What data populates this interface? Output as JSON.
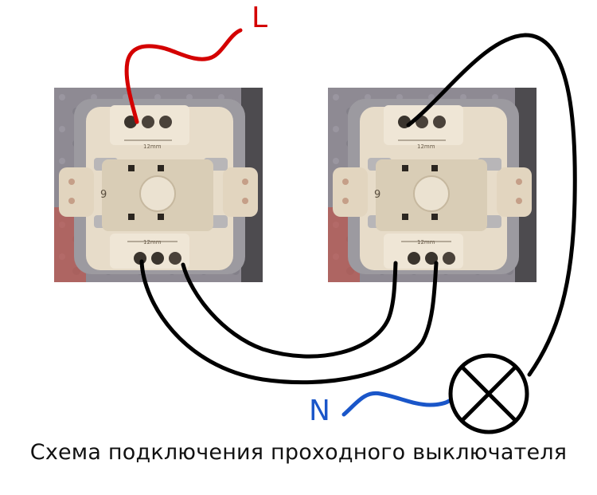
{
  "labels": {
    "live": "L",
    "neutral": "N",
    "terminal_gap_top": "12mm",
    "terminal_gap_bottom": "12mm",
    "switch_mark": "9"
  },
  "caption": "Схема подключения проходного выключателя",
  "colors": {
    "live_wire": "#d40000",
    "neutral_wire": "#1a56c9",
    "traveler_wires": "#000000",
    "lamp": "#000000"
  },
  "icons": [
    "switch-photo",
    "lamp-icon"
  ]
}
